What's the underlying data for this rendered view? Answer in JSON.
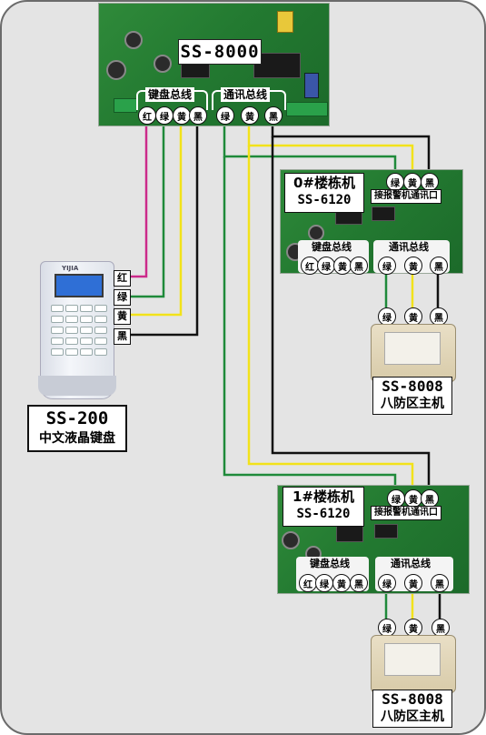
{
  "main_panel": {
    "model": "SS-8000",
    "keypad_bus": "键盘总线",
    "comm_bus": "通讯总线",
    "keypad_pins": [
      "红",
      "绿",
      "黄",
      "黑"
    ],
    "comm_pins": [
      "绿",
      "黄",
      "黑"
    ]
  },
  "keypad": {
    "brand_text": "YIJIA",
    "model": "SS-200",
    "description": "中文液晶键盘",
    "pins": [
      "红",
      "绿",
      "黄",
      "黑"
    ]
  },
  "building_module_0": {
    "title": "0#楼栋机",
    "model": "SS-6120",
    "alarm_port_label": "接报警机通讯口",
    "alarm_port_pins": [
      "绿",
      "黄",
      "黑"
    ],
    "keypad_bus": "键盘总线",
    "comm_bus": "通讯总线",
    "keypad_pins": [
      "红",
      "绿",
      "黄",
      "黑"
    ],
    "comm_pins": [
      "绿",
      "黄",
      "黑"
    ]
  },
  "building_module_1": {
    "title": "1#楼栋机",
    "model": "SS-6120",
    "alarm_port_label": "接报警机通讯口",
    "alarm_port_pins": [
      "绿",
      "黄",
      "黑"
    ],
    "keypad_bus": "键盘总线",
    "comm_bus": "通讯总线",
    "keypad_pins": [
      "红",
      "绿",
      "黄",
      "黑"
    ],
    "comm_pins": [
      "绿",
      "黄",
      "黑"
    ]
  },
  "host_0": {
    "model": "SS-8008",
    "description": "八防区主机",
    "pins": [
      "绿",
      "黄",
      "黑"
    ]
  },
  "host_1": {
    "model": "SS-8008",
    "description": "八防区主机",
    "pins": [
      "绿",
      "黄",
      "黑"
    ]
  },
  "wire_colors": {
    "red": "#cc2a8a",
    "green": "#1f8a3a",
    "yellow": "#f2e21a",
    "black": "#111111"
  }
}
